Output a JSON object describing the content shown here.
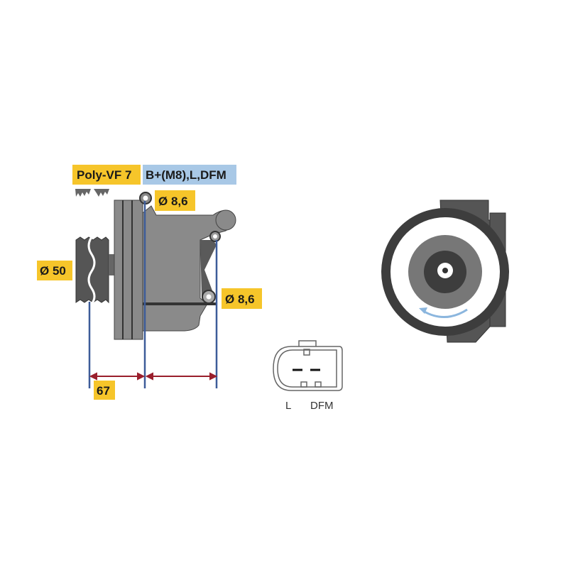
{
  "labels": {
    "belt_profile": "Poly-VF 7",
    "connections": "B+(M8),L,DFM",
    "hole_top": "Ø 8,6",
    "hole_bottom": "Ø 8,6",
    "pulley_diameter": "Ø 50",
    "offset": "67"
  },
  "connector": {
    "pin_left": "L",
    "pin_right": "DFM"
  },
  "colors": {
    "label_yellow": "#f6c52a",
    "label_blue": "#a8c8e6",
    "dim_line": "#3d5c99",
    "dim_arrow": "#9a1f2c",
    "body_gray": "#8a8a8a"
  }
}
